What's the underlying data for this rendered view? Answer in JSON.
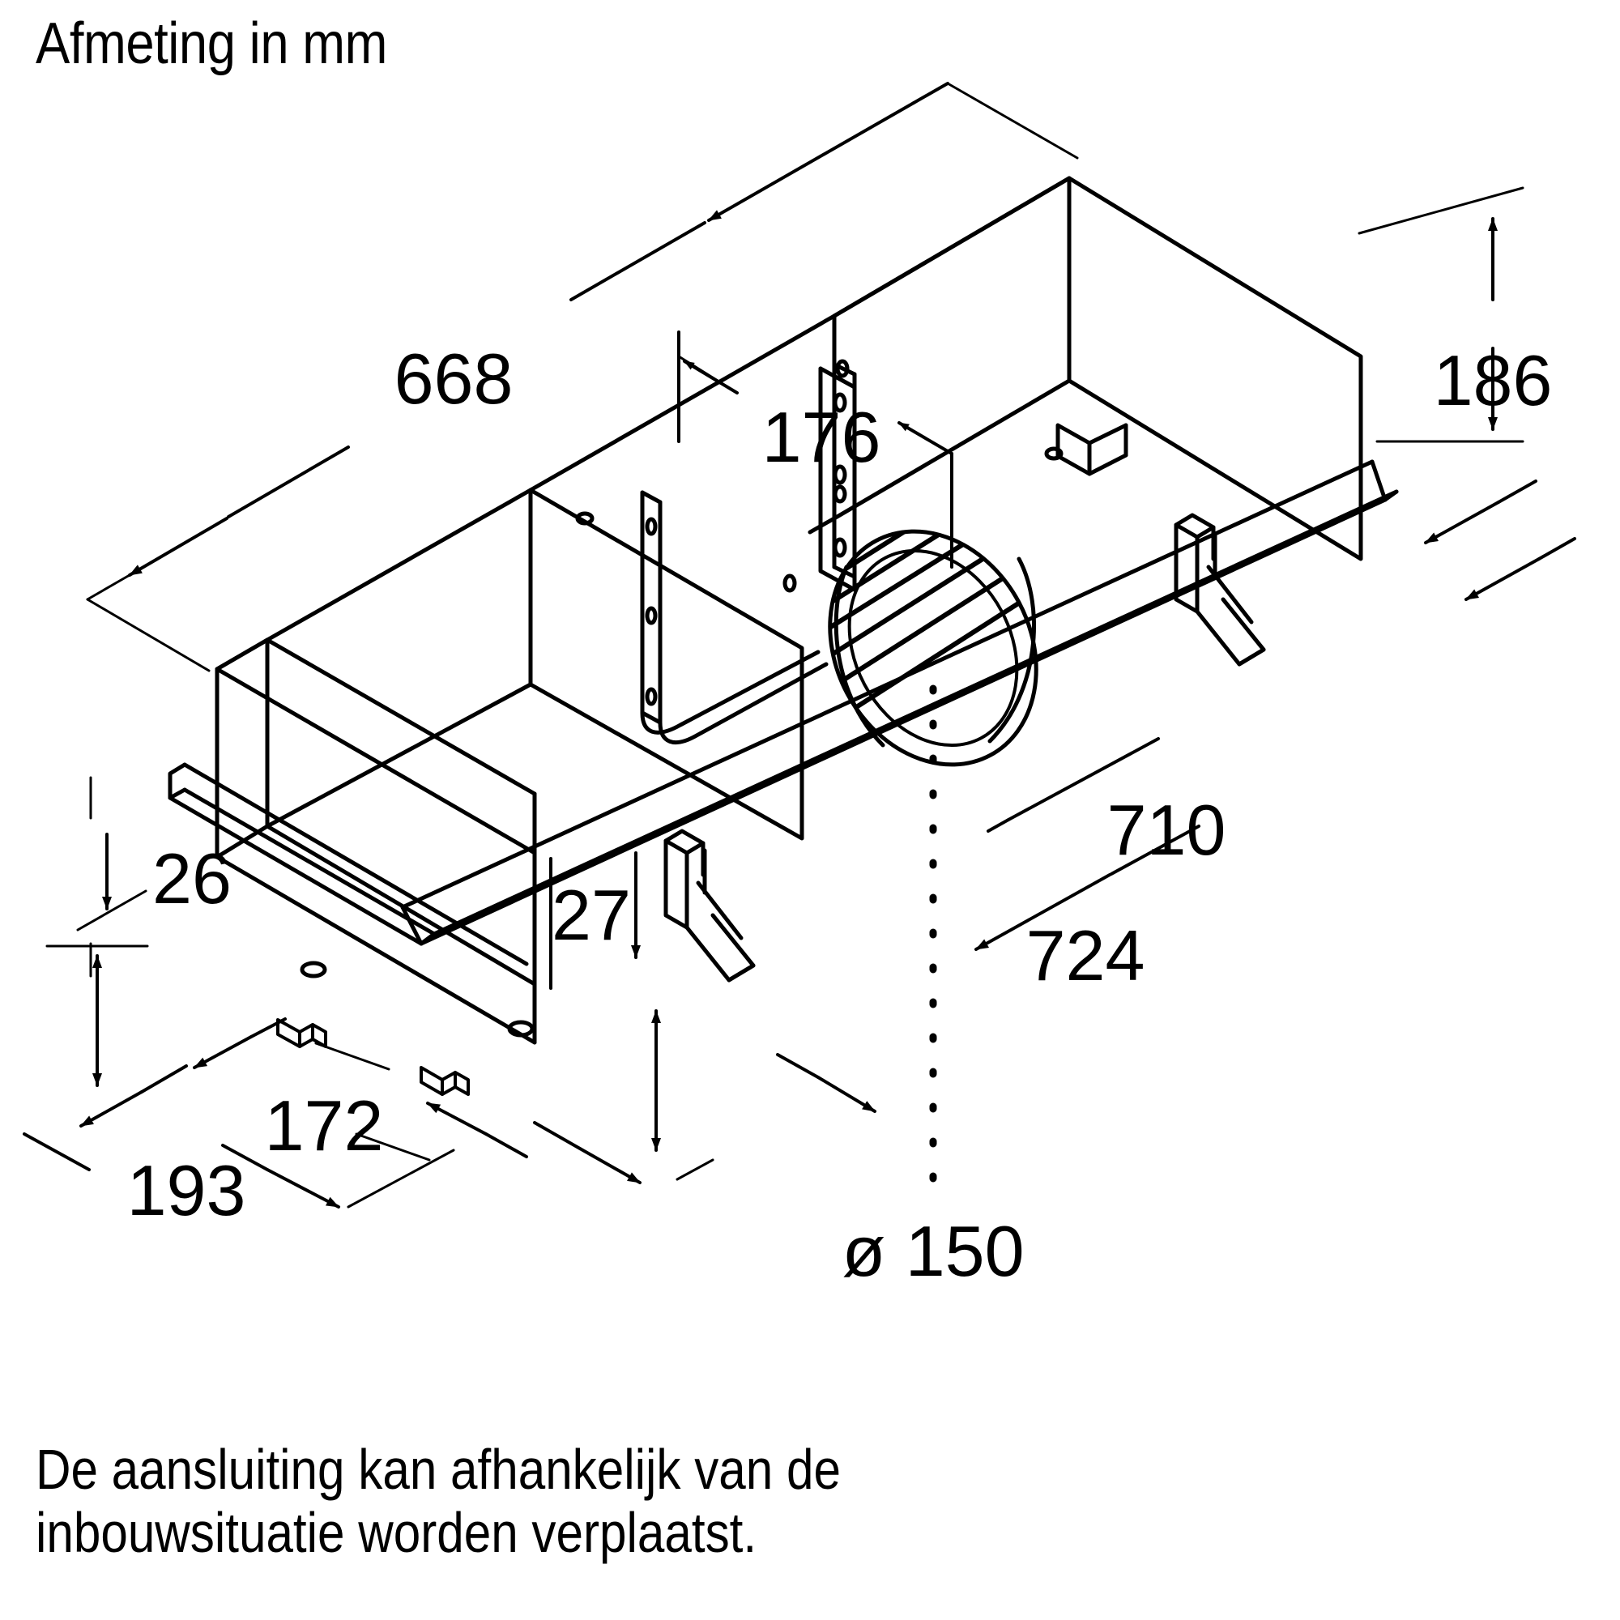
{
  "header": {
    "title": "Afmeting in mm"
  },
  "footer": {
    "note_line1": "De aansluiting kan afhankelijk van de",
    "note_line2": "inbouwsituatie worden verplaatst.",
    "note_full": "De aansluiting kan afhankelijk van de inbouwsituatie worden verplaatst."
  },
  "drawing": {
    "description": "Isometric technical line drawing of a built-in extractor hood motor unit with dimension callouts",
    "units": "mm",
    "dimensions": {
      "depth_668": "668",
      "offset_176": "176",
      "height_186": "186",
      "length_710": "710",
      "length_724": "724",
      "height_26": "26",
      "height_27": "27",
      "width_172": "172",
      "width_193": "193",
      "duct_diameter": "ø 150"
    }
  },
  "colors": {
    "line": "#000000",
    "background": "#ffffff"
  }
}
